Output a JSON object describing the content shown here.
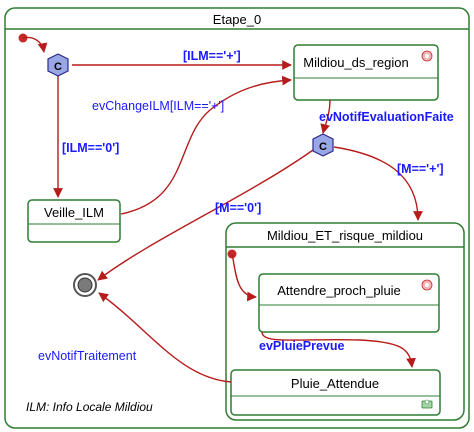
{
  "states": {
    "outer": "Etape_0",
    "mildiou_region": "Mildiou_ds_region",
    "veille": "Veille_ILM",
    "risque": "Mildiou_ET_risque_mildiou",
    "attendre": "Attendre_proch_pluie",
    "pluie": "Pluie_Attendue"
  },
  "choices": {
    "c1": "C",
    "c2": "C"
  },
  "transitions": {
    "ilm_plus": "[ILM=='+']",
    "ev_change": "evChangeILM[ILM=='+']",
    "ilm_zero": "[ILM=='0']",
    "ev_eval": "evNotifEvaluationFaite",
    "m_plus": "[M=='+']",
    "m_zero": "[M=='0']",
    "ev_traitement": "evNotifTraitement",
    "ev_pluie": "evPluiePrevue"
  },
  "note": "ILM: Info Locale Mildiou",
  "colors": {
    "state_border": "#2e7d32",
    "transition": "#b71c1c",
    "label": "#1a1aff",
    "choice_fill": "#9aa7e6"
  }
}
